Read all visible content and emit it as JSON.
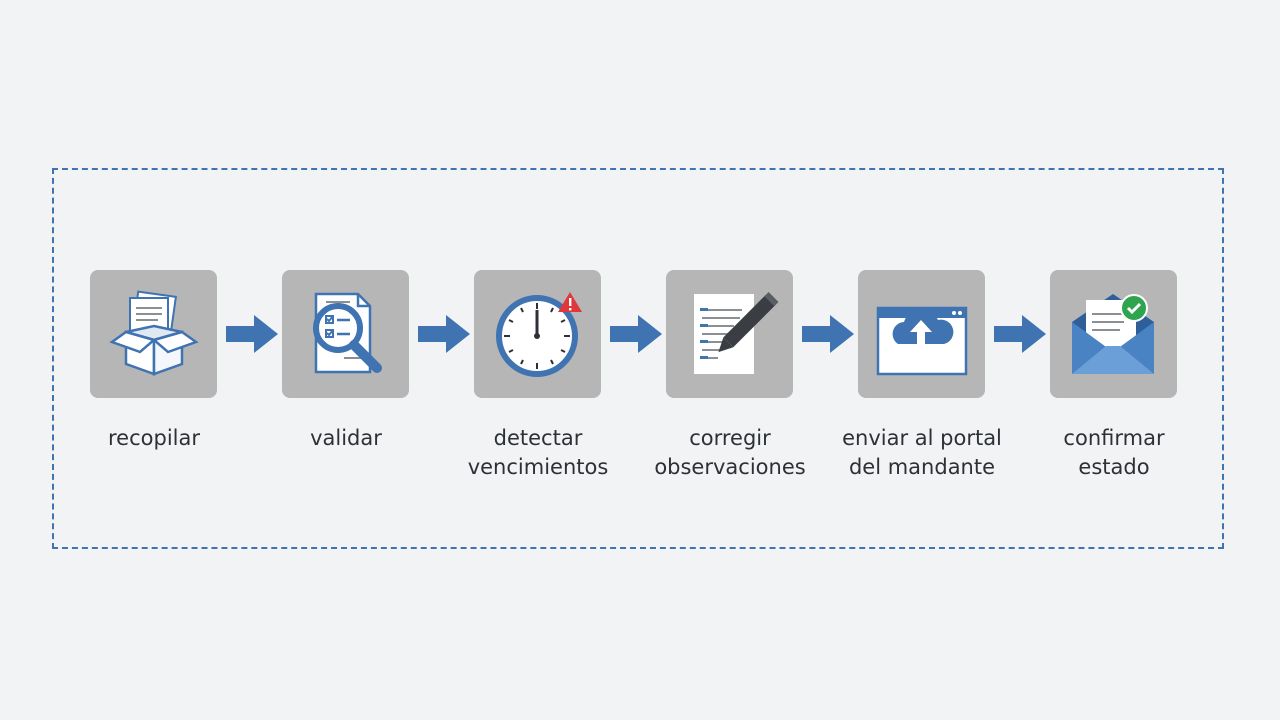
{
  "colors": {
    "accent": "#3f73b1",
    "tile": "#b6b6b7",
    "alert": "#e0383a",
    "ok": "#2ea44f"
  },
  "steps": [
    {
      "icon": "open-box-documents-icon",
      "label": "recopilar"
    },
    {
      "icon": "magnifier-checklist-icon",
      "label": "validar"
    },
    {
      "icon": "clock-alert-icon",
      "label": "detectar\nvencimientos"
    },
    {
      "icon": "document-pencil-icon",
      "label": "corregir\nobservaciones"
    },
    {
      "icon": "cloud-upload-window-icon",
      "label": "enviar al portal\ndel mandante"
    },
    {
      "icon": "envelope-check-icon",
      "label": "confirmar\nestado"
    }
  ]
}
